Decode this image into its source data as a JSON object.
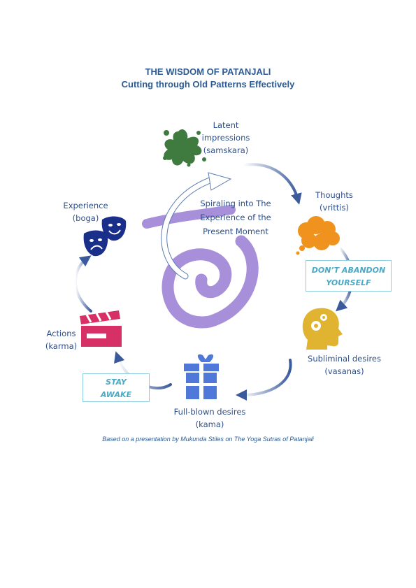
{
  "title": "THE WISDOM OF PATANJALI",
  "subtitle": "Cutting through Old Patterns Effectively",
  "center_text": [
    "Spiraling into The",
    "Experience of the",
    "Present Moment"
  ],
  "nodes": [
    {
      "id": "samskara",
      "lines": [
        "Latent",
        "impressions",
        "(samskara)"
      ],
      "icon": "paint-splat-icon",
      "color": "#3f7a3f"
    },
    {
      "id": "vrittis",
      "lines": [
        "Thoughts",
        "(vrittis)"
      ],
      "icon": "thought-cloud-icon",
      "color": "#f0921e"
    },
    {
      "id": "vasanas",
      "lines": [
        "Subliminal desires",
        "(vasanas)"
      ],
      "icon": "head-gears-icon",
      "color": "#e0b331"
    },
    {
      "id": "kama",
      "lines": [
        "Full-blown desires",
        "(kama)"
      ],
      "icon": "gift-box-icon",
      "color": "#4f78d8"
    },
    {
      "id": "karma",
      "lines": [
        "Actions",
        "(karma)"
      ],
      "icon": "clapperboard-icon",
      "color": "#d63066"
    },
    {
      "id": "boga",
      "lines": [
        "Experience",
        "(boga)"
      ],
      "icon": "theater-masks-icon",
      "color": "#1a2f8a"
    }
  ],
  "callouts": {
    "dont_abandon": [
      "DON’T ABANDON",
      "YOURSELF"
    ],
    "stay_awake": [
      "STAY",
      "AWAKE"
    ]
  },
  "credit": "Based on a presentation by Mukunda Stiles on The Yoga Sutras of Patanjali",
  "colors": {
    "title": "#2d5a91",
    "label": "#2c4f8c",
    "arrow": "#3a5a9c",
    "spiral": "#a78fd9",
    "callout_text": "#4aaac6"
  }
}
